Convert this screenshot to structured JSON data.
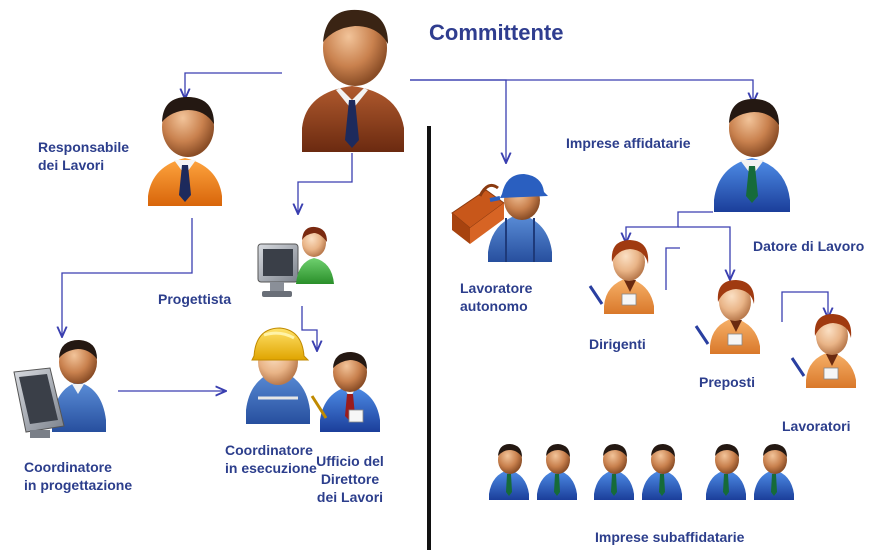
{
  "title": "Committente",
  "nodes": {
    "responsabile": {
      "line1": "Responsabile",
      "line2": "dei Lavori"
    },
    "progettista": {
      "label": "Progettista"
    },
    "coord_progettazione": {
      "line1": "Coordinatore",
      "line2": "in progettazione"
    },
    "coord_esecuzione": {
      "line1": "Coordinatore",
      "line2": "in  esecuzione"
    },
    "direttore": {
      "line1": "Ufficio del",
      "line2": "Direttore",
      "line3": "dei Lavori"
    },
    "lavoratore_autonomo": {
      "line1": "Lavoratore",
      "line2": "autonomo"
    },
    "imprese_affidatarie": {
      "label": "Imprese affidatarie"
    },
    "datore": {
      "label": "Datore di Lavoro"
    },
    "dirigenti": {
      "label": "Dirigenti"
    },
    "preposti": {
      "label": "Preposti"
    },
    "lavoratori": {
      "label": "Lavoratori"
    },
    "subaffidatarie": {
      "label": "Imprese subaffidatarie"
    }
  },
  "colors": {
    "text": "#2c3e8c",
    "arrows": "#3a3fb0",
    "divider": "#111111",
    "suit_committente": "#8a3a18",
    "suit_responsabile": "#e8780c",
    "suit_blue": "#2a55b8",
    "person_orange": "#e3882a",
    "person_green": "#3aa63a"
  },
  "icons": [
    "manager-icon",
    "worker-icon",
    "engineer-icon",
    "computer-icon",
    "helmet-icon",
    "toolbox-icon"
  ]
}
